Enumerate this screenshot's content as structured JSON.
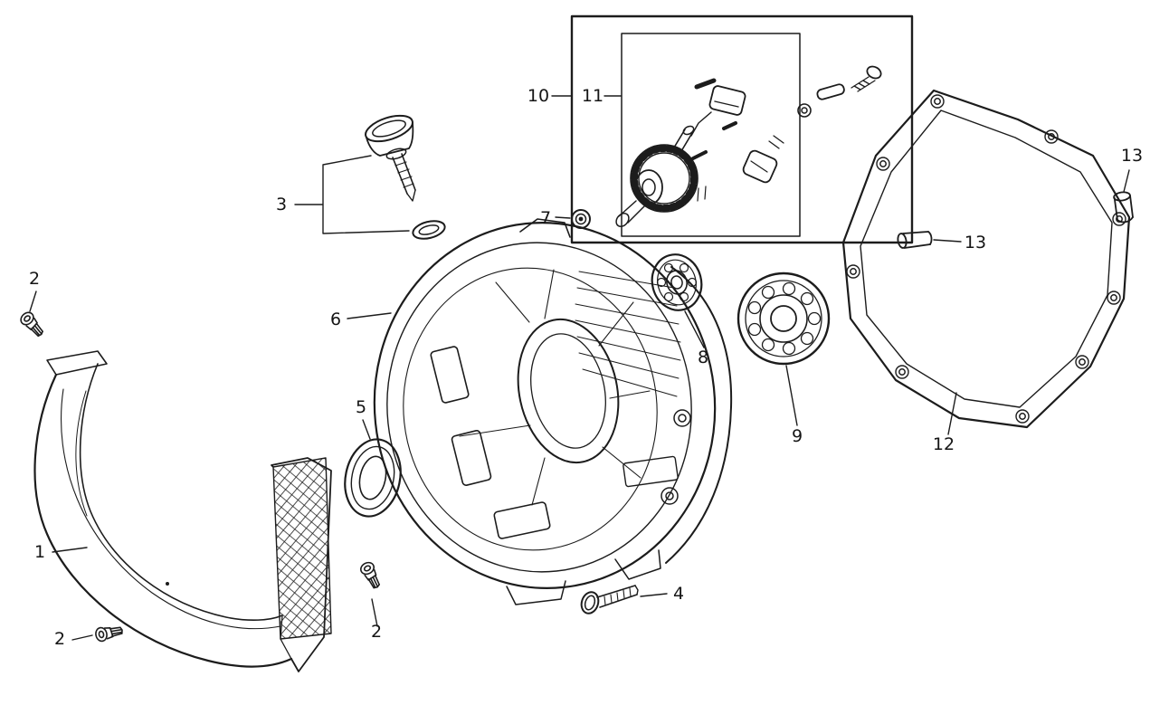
{
  "page": {
    "background": "#ffffff",
    "line_color": "#1c1c1c",
    "label_color": "#151515"
  },
  "diagram": {
    "type": "exploded-parts-diagram",
    "callouts": [
      {
        "label": "1",
        "part": "fan-shroud"
      },
      {
        "label": "2",
        "part": "screw-top-left"
      },
      {
        "label": "2",
        "part": "screw-bottom-left"
      },
      {
        "label": "2",
        "part": "screw-center"
      },
      {
        "label": "3",
        "part": "oil-filler-dipstick"
      },
      {
        "label": "4",
        "part": "flange-bolt"
      },
      {
        "label": "5",
        "part": "oil-seal"
      },
      {
        "label": "6",
        "part": "crankcase-cover"
      },
      {
        "label": "7",
        "part": "nut"
      },
      {
        "label": "8",
        "part": "small-bearing"
      },
      {
        "label": "9",
        "part": "ball-bearing"
      },
      {
        "label": "10",
        "part": "governor-assembly-box"
      },
      {
        "label": "11",
        "part": "governor-assembly"
      },
      {
        "label": "12",
        "part": "cover-gasket"
      },
      {
        "label": "13",
        "part": "dowel-pin-right"
      },
      {
        "label": "13",
        "part": "dowel-pin-left"
      }
    ]
  }
}
